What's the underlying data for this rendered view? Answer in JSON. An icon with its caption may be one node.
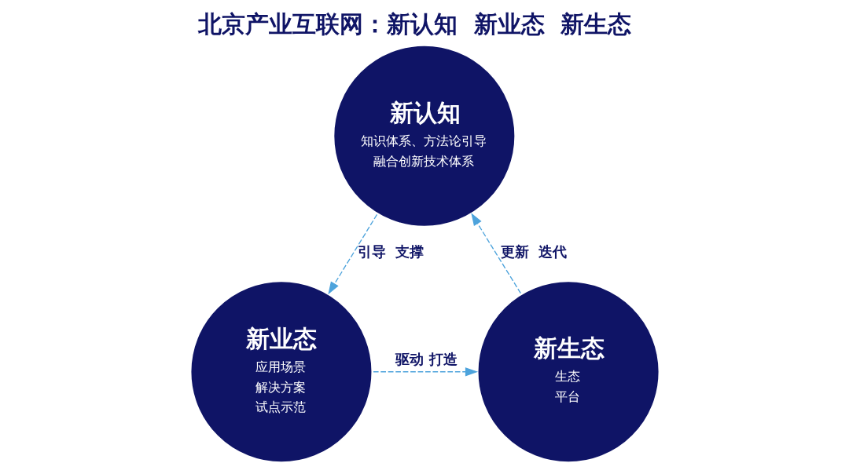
{
  "diagram": {
    "title": "北京产业互联网：新认知  新业态  新生态",
    "nodes": [
      {
        "text": [
          "新认知",
          "知识体系、方法论引导",
          "融合创新技术体系"
        ]
      },
      {
        "text": [
          "新业态",
          "应用场景",
          "解决方案",
          "试点示范"
        ]
      },
      {
        "text": [
          "新生态",
          "生态",
          "平台"
        ]
      }
    ],
    "edges": [
      {
        "from": 0,
        "to": 1,
        "arrow": "to",
        "label": "引导  支撑",
        "style": "dashed"
      },
      {
        "from": 1,
        "to": 2,
        "arrow": "to",
        "label": "驱动 打造",
        "style": "dashed"
      },
      {
        "from": 2,
        "to": 0,
        "arrow": "to",
        "label": "更新  迭代",
        "style": "dashed"
      }
    ]
  }
}
